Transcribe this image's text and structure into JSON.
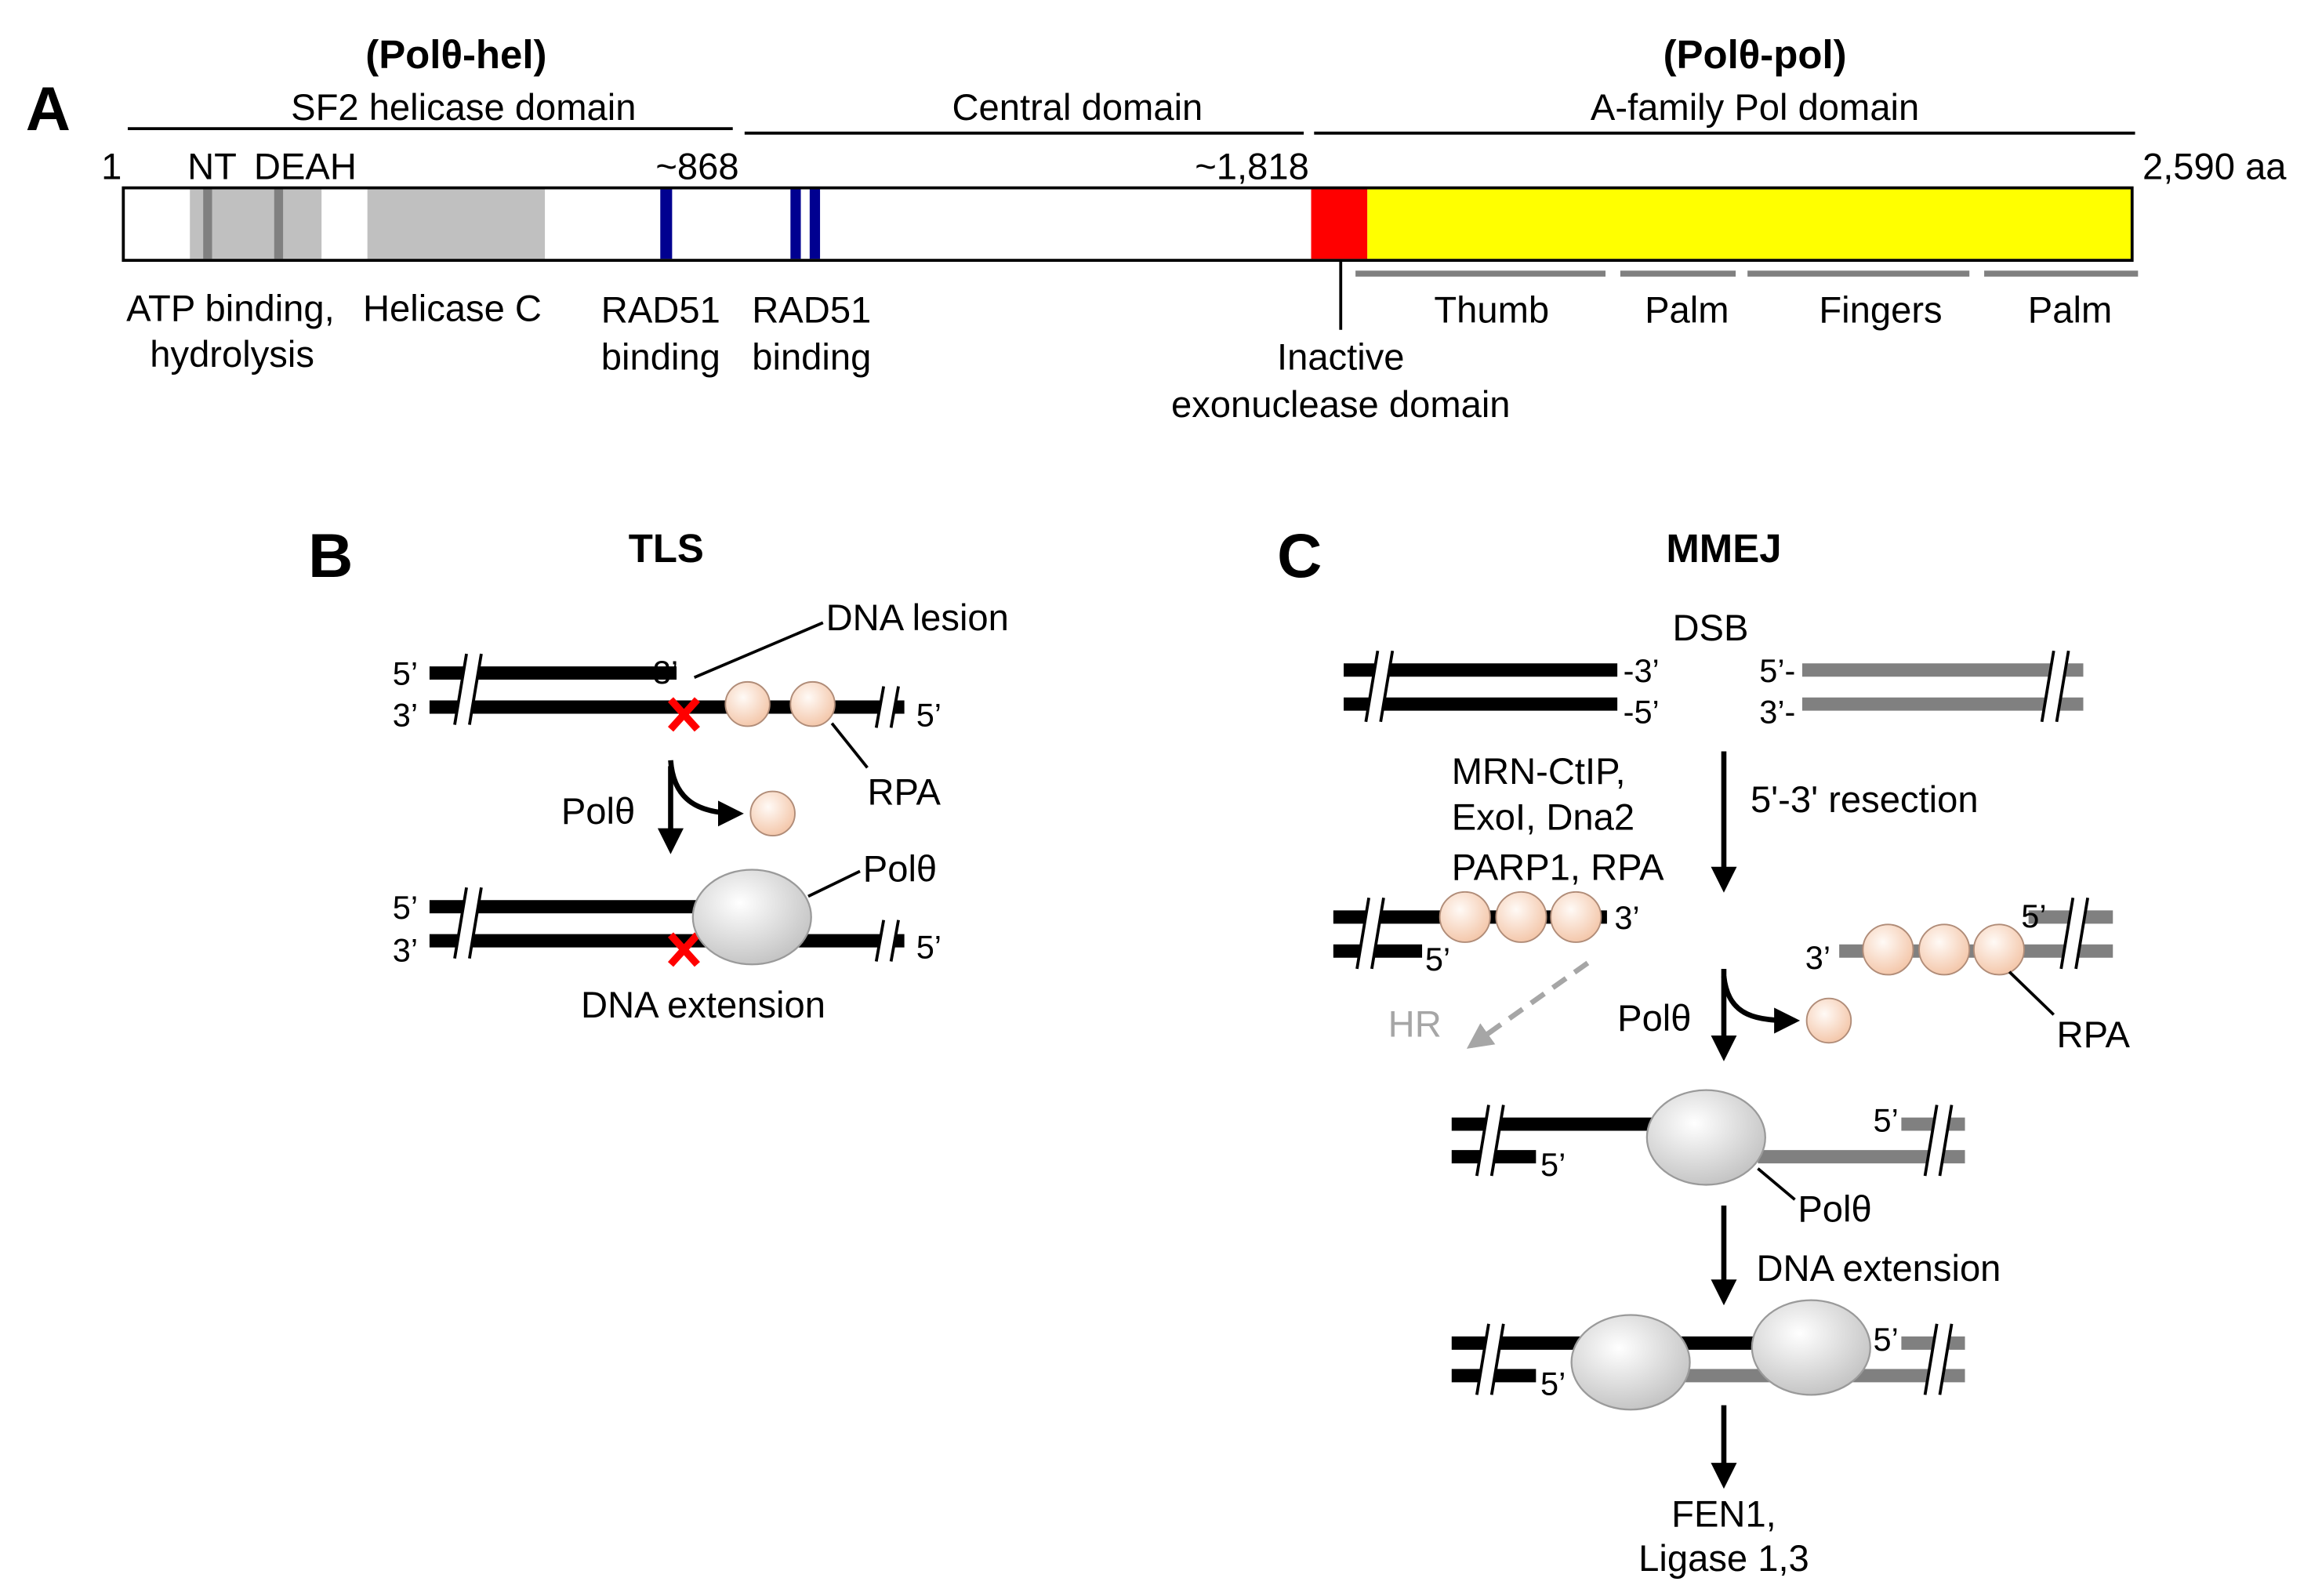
{
  "panel_a": {
    "letter": "A",
    "hel_title": "(Polθ-hel)",
    "pol_title": "(Polθ-pol)",
    "domains": {
      "sf2": "SF2 helicase domain",
      "central": "Central domain",
      "pol": "A-family Pol domain"
    },
    "positions": {
      "start": "1",
      "nt": "NT",
      "deah": "DEAH",
      "p868": "~868",
      "p1818": "~1,818",
      "end": "2,590 aa"
    },
    "annotations": {
      "atp_1": "ATP binding,",
      "atp_2": "hydrolysis",
      "helicase_c": "Helicase C",
      "rad51a_1": "RAD51",
      "rad51a_2": "binding",
      "rad51b_1": "RAD51",
      "rad51b_2": "binding",
      "exo_1": "Inactive",
      "exo_2": "exonuclease domain"
    },
    "subdomains": [
      "Thumb",
      "Palm",
      "Fingers",
      "Palm"
    ],
    "colors": {
      "helicase": "#c0c0c0",
      "motif": "#808080",
      "rad51": "#000090",
      "exo": "#ff0000",
      "pol": "#ffff00"
    }
  },
  "panel_b": {
    "letter": "B",
    "title": "TLS",
    "dna_lesion": "DNA lesion",
    "rpa": "RPA",
    "pol_arrow": "Polθ",
    "pol_label": "Polθ",
    "dna_extension": "DNA extension",
    "ends": {
      "top_left_1": "5’",
      "bottom_left_1": "3’",
      "top_right_1": "3’",
      "bottom_right_1": "5’",
      "top_left_2": "5’",
      "bottom_left_2": "3’",
      "bottom_right_2": "5’"
    },
    "lesion_color": "#ff0000"
  },
  "panel_c": {
    "letter": "C",
    "title": "MMEJ",
    "dsb": "DSB",
    "factors_1": "MRN-CtIP,",
    "factors_2": "ExoI, Dna2",
    "factors_3": "PARP1, RPA",
    "resection": "5'-3' resection",
    "hr": "HR",
    "pol_arrow": "Polθ",
    "rpa": "RPA",
    "pol_label": "Polθ",
    "dna_extension": "DNA extension",
    "final_1": "FEN1,",
    "final_2": "Ligase 1,3",
    "ends": {
      "dsb_left_top": "-3’",
      "dsb_left_bottom": "-5’",
      "dsb_right_top": "5’-",
      "dsb_right_bottom": "3’-",
      "res_left_top": "3’",
      "res_left_bottom": "5’",
      "res_right_bottom": "3’",
      "res_right_top": "5’",
      "pol_right_top": "5’",
      "pol_left_bottom": "5’",
      "ext_right_top": "5’",
      "ext_left_bottom": "5’"
    },
    "colors": {
      "broken_end": "#808080",
      "hr_path": "#a6a6a6"
    }
  }
}
